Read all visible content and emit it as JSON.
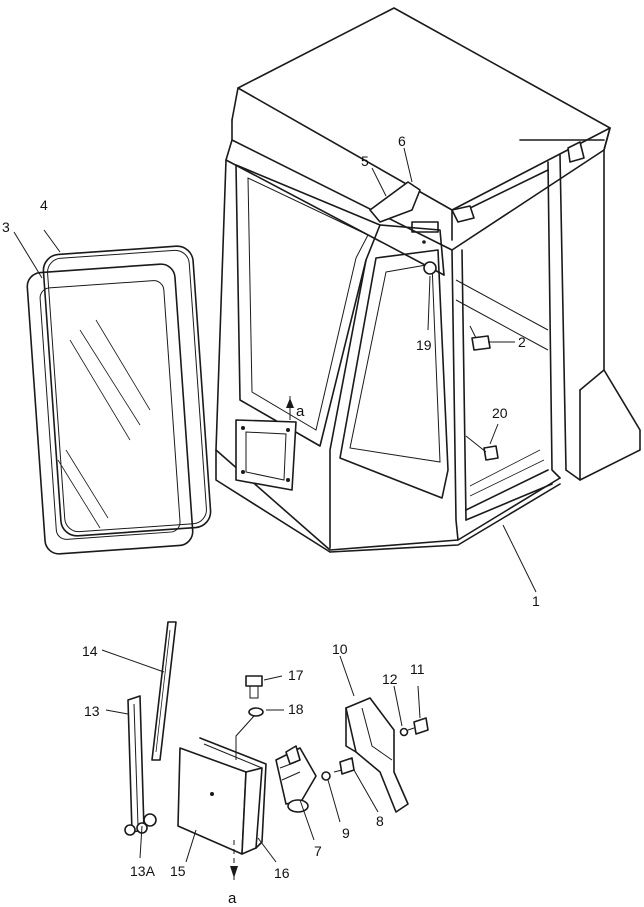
{
  "callouts": {
    "c1": "1",
    "c2": "2",
    "c3": "3",
    "c4": "4",
    "c5": "5",
    "c6": "6",
    "c7": "7",
    "c8": "8",
    "c9": "9",
    "c10": "10",
    "c11": "11",
    "c12": "12",
    "c13": "13",
    "c13a": "13A",
    "c14": "14",
    "c15": "15",
    "c16": "16",
    "c17": "17",
    "c18": "18",
    "c19": "19",
    "c20": "20"
  },
  "refs": {
    "a_top": "a",
    "a_bottom": "a"
  }
}
